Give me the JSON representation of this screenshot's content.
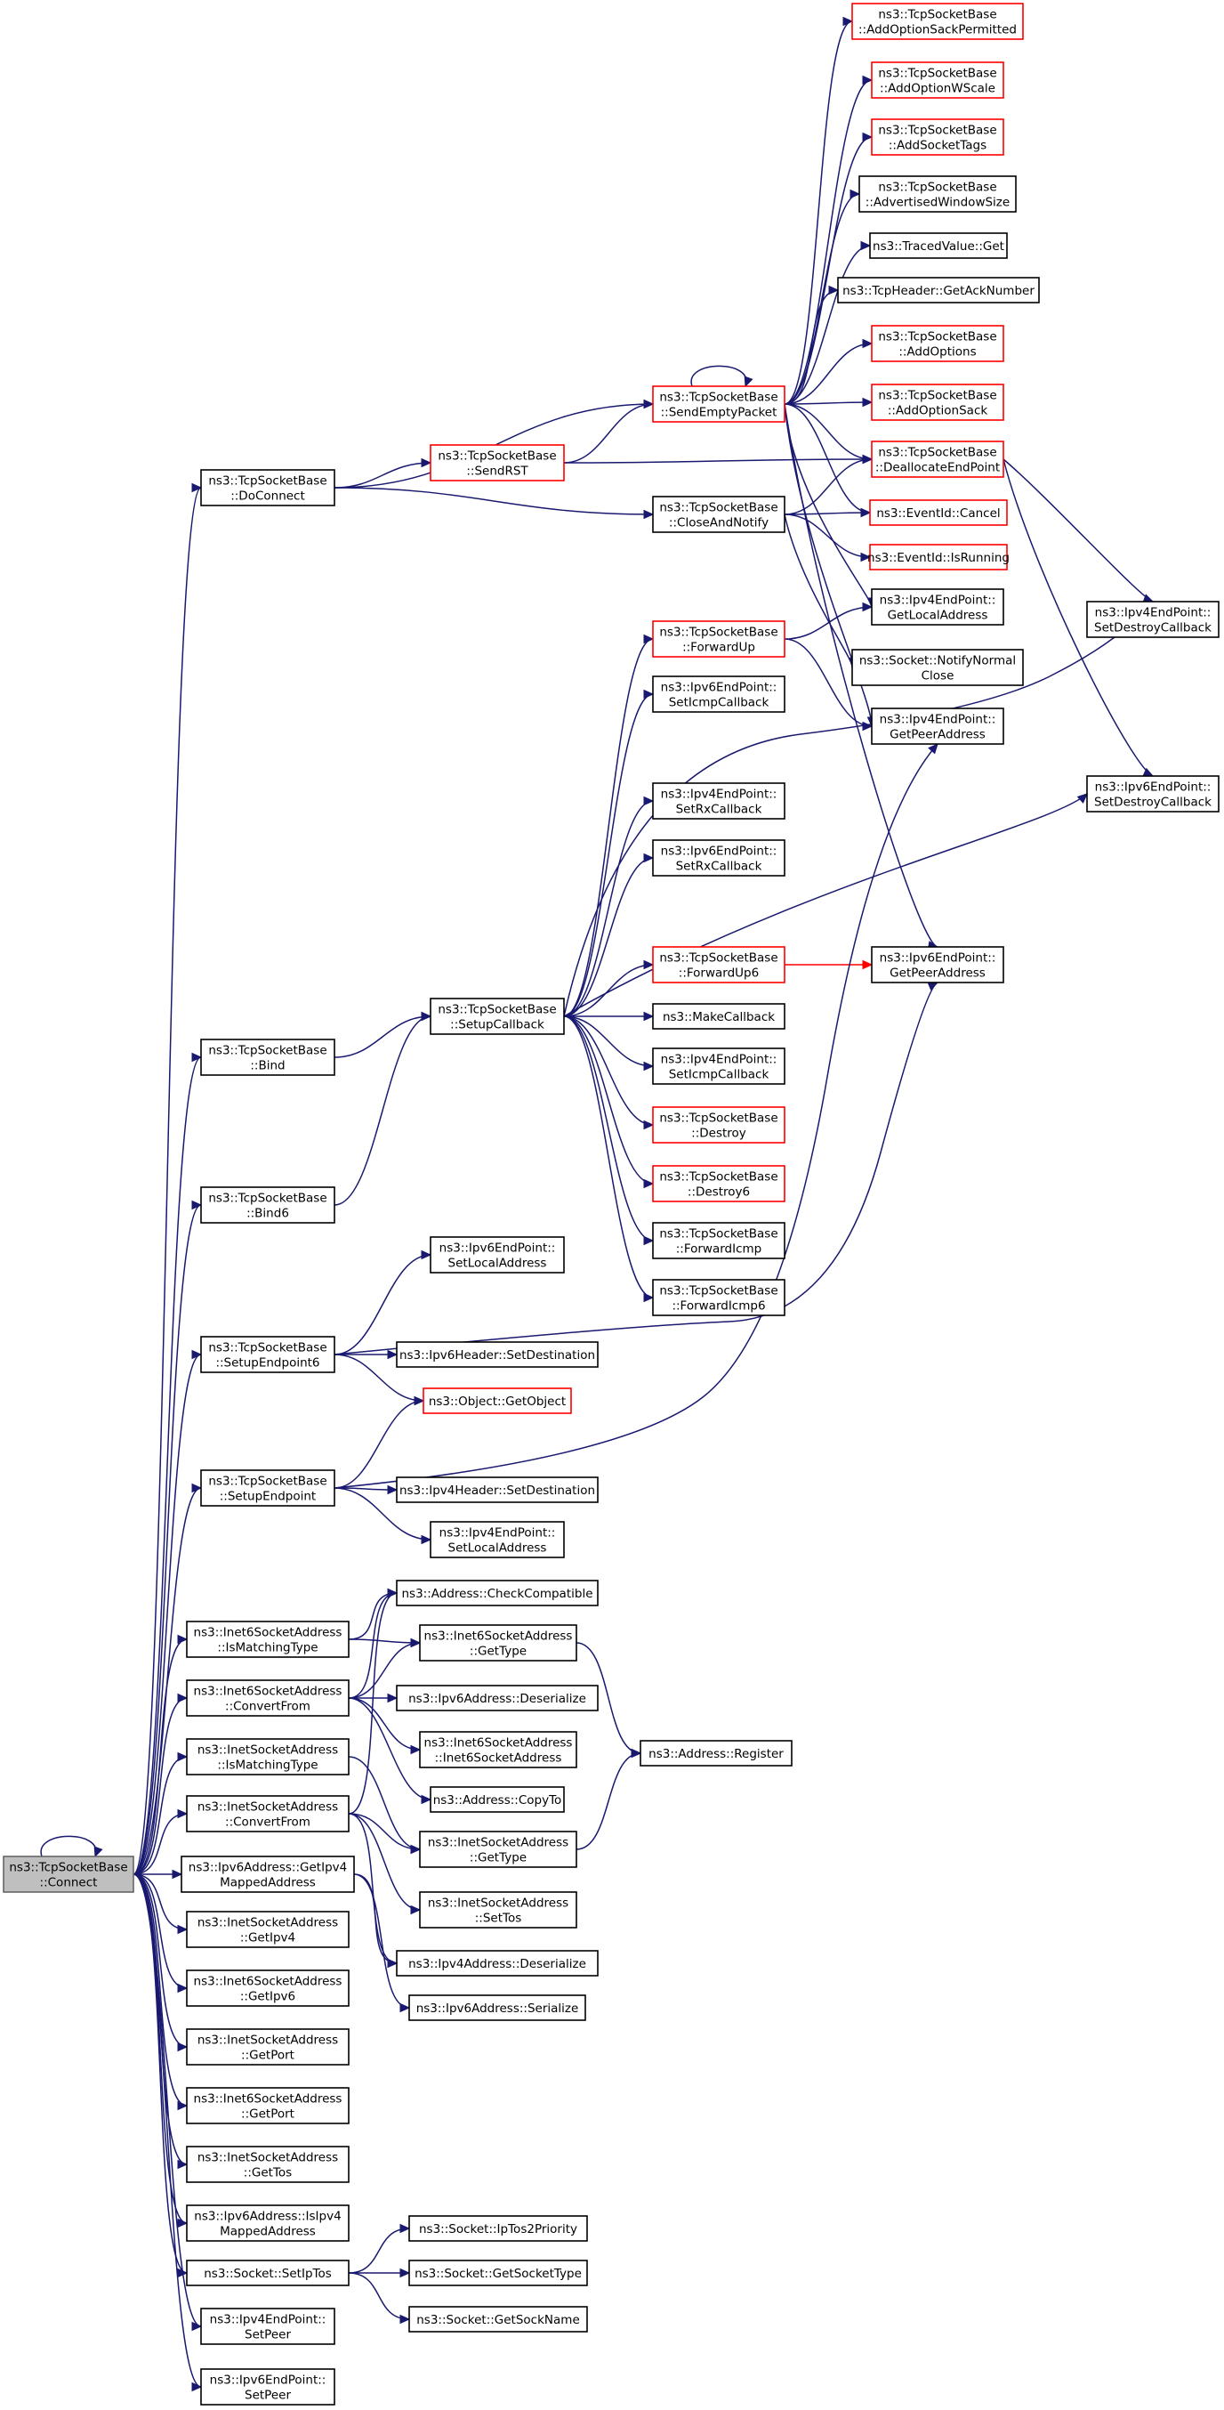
{
  "nodes": {
    "n0": {
      "lines": [
        "ns3::TcpSocketBase",
        "::Connect"
      ],
      "red": false,
      "root": true
    },
    "n1": {
      "lines": [
        "ns3::TcpSocketBase",
        "::DoConnect"
      ],
      "red": false
    },
    "n2": {
      "lines": [
        "ns3::TcpSocketBase",
        "::SendRST"
      ],
      "red": true
    },
    "n3": {
      "lines": [
        "ns3::TcpSocketBase",
        "::SendEmptyPacket"
      ],
      "red": true
    },
    "n4": {
      "lines": [
        "ns3::TcpSocketBase",
        "::CloseAndNotify"
      ],
      "red": false
    },
    "n5": {
      "lines": [
        "ns3::TcpSocketBase",
        "::AddOptionSackPermitted"
      ],
      "red": true
    },
    "n6": {
      "lines": [
        "ns3::TcpSocketBase",
        "::AddOptionWScale"
      ],
      "red": true
    },
    "n7": {
      "lines": [
        "ns3::TcpSocketBase",
        "::AddSocketTags"
      ],
      "red": true
    },
    "n8": {
      "lines": [
        "ns3::TcpSocketBase",
        "::AdvertisedWindowSize"
      ],
      "red": false
    },
    "n9": {
      "lines": [
        "ns3::TracedValue::Get"
      ],
      "red": false
    },
    "n10": {
      "lines": [
        "ns3::TcpHeader::GetAckNumber"
      ],
      "red": false
    },
    "n11": {
      "lines": [
        "ns3::TcpSocketBase",
        "::AddOptions"
      ],
      "red": true
    },
    "n12": {
      "lines": [
        "ns3::TcpSocketBase",
        "::AddOptionSack"
      ],
      "red": true
    },
    "n13": {
      "lines": [
        "ns3::TcpSocketBase",
        "::DeallocateEndPoint"
      ],
      "red": true
    },
    "n14": {
      "lines": [
        "ns3::EventId::Cancel"
      ],
      "red": true
    },
    "n15": {
      "lines": [
        "ns3::EventId::IsRunning"
      ],
      "red": true
    },
    "n16": {
      "lines": [
        "ns3::Ipv4EndPoint::",
        "GetLocalAddress"
      ],
      "red": false
    },
    "n17": {
      "lines": [
        "ns3::Socket::NotifyNormal",
        "Close"
      ],
      "red": false
    },
    "n18": {
      "lines": [
        "ns3::Ipv4EndPoint::",
        "GetPeerAddress"
      ],
      "red": false
    },
    "n19": {
      "lines": [
        "ns3::Ipv4EndPoint::",
        "SetDestroyCallback"
      ],
      "red": false
    },
    "n20": {
      "lines": [
        "ns3::Ipv6EndPoint::",
        "SetDestroyCallback"
      ],
      "red": false
    },
    "n21": {
      "lines": [
        "ns3::Ipv6EndPoint::",
        "GetPeerAddress"
      ],
      "red": false
    },
    "n22": {
      "lines": [
        "ns3::TcpSocketBase",
        "::ForwardUp"
      ],
      "red": true
    },
    "n23": {
      "lines": [
        "ns3::Ipv6EndPoint::",
        "SetIcmpCallback"
      ],
      "red": false
    },
    "n24": {
      "lines": [
        "ns3::Ipv4EndPoint::",
        "SetRxCallback"
      ],
      "red": false
    },
    "n25": {
      "lines": [
        "ns3::Ipv6EndPoint::",
        "SetRxCallback"
      ],
      "red": false
    },
    "n26": {
      "lines": [
        "ns3::TcpSocketBase",
        "::SetupCallback"
      ],
      "red": false
    },
    "n27": {
      "lines": [
        "ns3::TcpSocketBase",
        "::ForwardUp6"
      ],
      "red": true
    },
    "n28": {
      "lines": [
        "ns3::MakeCallback"
      ],
      "red": false
    },
    "n29": {
      "lines": [
        "ns3::Ipv4EndPoint::",
        "SetIcmpCallback"
      ],
      "red": false
    },
    "n30": {
      "lines": [
        "ns3::TcpSocketBase",
        "::Destroy"
      ],
      "red": true
    },
    "n31": {
      "lines": [
        "ns3::TcpSocketBase",
        "::Destroy6"
      ],
      "red": true
    },
    "n32": {
      "lines": [
        "ns3::TcpSocketBase",
        "::ForwardIcmp"
      ],
      "red": false
    },
    "n33": {
      "lines": [
        "ns3::TcpSocketBase",
        "::ForwardIcmp6"
      ],
      "red": false
    },
    "n34": {
      "lines": [
        "ns3::TcpSocketBase",
        "::Bind"
      ],
      "red": false
    },
    "n35": {
      "lines": [
        "ns3::TcpSocketBase",
        "::Bind6"
      ],
      "red": false
    },
    "n36": {
      "lines": [
        "ns3::Ipv6EndPoint::",
        "SetLocalAddress"
      ],
      "red": false
    },
    "n37": {
      "lines": [
        "ns3::TcpSocketBase",
        "::SetupEndpoint6"
      ],
      "red": false
    },
    "n38": {
      "lines": [
        "ns3::Ipv6Header::SetDestination"
      ],
      "red": false
    },
    "n39": {
      "lines": [
        "ns3::Object::GetObject"
      ],
      "red": true
    },
    "n40": {
      "lines": [
        "ns3::TcpSocketBase",
        "::SetupEndpoint"
      ],
      "red": false
    },
    "n41": {
      "lines": [
        "ns3::Ipv4Header::SetDestination"
      ],
      "red": false
    },
    "n42": {
      "lines": [
        "ns3::Ipv4EndPoint::",
        "SetLocalAddress"
      ],
      "red": false
    },
    "n43": {
      "lines": [
        "ns3::Address::CheckCompatible"
      ],
      "red": false
    },
    "n44": {
      "lines": [
        "ns3::Inet6SocketAddress",
        "::IsMatchingType"
      ],
      "red": false
    },
    "n45": {
      "lines": [
        "ns3::Inet6SocketAddress",
        "::GetType"
      ],
      "red": false
    },
    "n46": {
      "lines": [
        "ns3::Inet6SocketAddress",
        "::ConvertFrom"
      ],
      "red": false
    },
    "n47": {
      "lines": [
        "ns3::Ipv6Address::Deserialize"
      ],
      "red": false
    },
    "n48": {
      "lines": [
        "ns3::Inet6SocketAddress",
        "::Inet6SocketAddress"
      ],
      "red": false
    },
    "n49": {
      "lines": [
        "ns3::Address::Register"
      ],
      "red": false
    },
    "n50": {
      "lines": [
        "ns3::InetSocketAddress",
        "::IsMatchingType"
      ],
      "red": false
    },
    "n51": {
      "lines": [
        "ns3::Address::CopyTo"
      ],
      "red": false
    },
    "n52": {
      "lines": [
        "ns3::InetSocketAddress",
        "::ConvertFrom"
      ],
      "red": false
    },
    "n53": {
      "lines": [
        "ns3::InetSocketAddress",
        "::GetType"
      ],
      "red": false
    },
    "n54": {
      "lines": [
        "ns3::Ipv6Address::GetIpv4",
        "MappedAddress"
      ],
      "red": false
    },
    "n55": {
      "lines": [
        "ns3::InetSocketAddress",
        "::SetTos"
      ],
      "red": false
    },
    "n56": {
      "lines": [
        "ns3::Ipv4Address::Deserialize"
      ],
      "red": false
    },
    "n57": {
      "lines": [
        "ns3::InetSocketAddress",
        "::GetIpv4"
      ],
      "red": false
    },
    "n58": {
      "lines": [
        "ns3::Ipv6Address::Serialize"
      ],
      "red": false
    },
    "n59": {
      "lines": [
        "ns3::Inet6SocketAddress",
        "::GetIpv6"
      ],
      "red": false
    },
    "n60": {
      "lines": [
        "ns3::InetSocketAddress",
        "::GetPort"
      ],
      "red": false
    },
    "n61": {
      "lines": [
        "ns3::Inet6SocketAddress",
        "::GetPort"
      ],
      "red": false
    },
    "n62": {
      "lines": [
        "ns3::InetSocketAddress",
        "::GetTos"
      ],
      "red": false
    },
    "n63": {
      "lines": [
        "ns3::Ipv6Address::IsIpv4",
        "MappedAddress"
      ],
      "red": false
    },
    "n64": {
      "lines": [
        "ns3::Socket::IpTos2Priority"
      ],
      "red": false
    },
    "n65": {
      "lines": [
        "ns3::Socket::SetIpTos"
      ],
      "red": false
    },
    "n66": {
      "lines": [
        "ns3::Socket::GetSocketType"
      ],
      "red": false
    },
    "n67": {
      "lines": [
        "ns3::Socket::GetSockName"
      ],
      "red": false
    },
    "n68": {
      "lines": [
        "ns3::Ipv4EndPoint::",
        "SetPeer"
      ],
      "red": false
    },
    "n69": {
      "lines": [
        "ns3::Ipv6EndPoint::",
        "SetPeer"
      ],
      "red": false
    }
  },
  "edges": [
    [
      "n0",
      "n0",
      false
    ],
    [
      "n0",
      "n1",
      false
    ],
    [
      "n0",
      "n34",
      false
    ],
    [
      "n0",
      "n35",
      false
    ],
    [
      "n0",
      "n37",
      false
    ],
    [
      "n0",
      "n40",
      false
    ],
    [
      "n0",
      "n44",
      false
    ],
    [
      "n0",
      "n46",
      false
    ],
    [
      "n0",
      "n50",
      false
    ],
    [
      "n0",
      "n52",
      false
    ],
    [
      "n0",
      "n54",
      false
    ],
    [
      "n0",
      "n57",
      false
    ],
    [
      "n0",
      "n59",
      false
    ],
    [
      "n0",
      "n60",
      false
    ],
    [
      "n0",
      "n61",
      false
    ],
    [
      "n0",
      "n62",
      false
    ],
    [
      "n0",
      "n63",
      false
    ],
    [
      "n0",
      "n65",
      false
    ],
    [
      "n0",
      "n68",
      false
    ],
    [
      "n0",
      "n69",
      false
    ],
    [
      "n1",
      "n2",
      false
    ],
    [
      "n1",
      "n3",
      false
    ],
    [
      "n1",
      "n4",
      false
    ],
    [
      "n2",
      "n3",
      false
    ],
    [
      "n2",
      "n13",
      false
    ],
    [
      "n3",
      "n3",
      false
    ],
    [
      "n3",
      "n5",
      false
    ],
    [
      "n3",
      "n6",
      false
    ],
    [
      "n3",
      "n7",
      false
    ],
    [
      "n3",
      "n8",
      false
    ],
    [
      "n3",
      "n9",
      false
    ],
    [
      "n3",
      "n10",
      false
    ],
    [
      "n3",
      "n11",
      false
    ],
    [
      "n3",
      "n12",
      false
    ],
    [
      "n3",
      "n13",
      false
    ],
    [
      "n3",
      "n14",
      false
    ],
    [
      "n3",
      "n16",
      false
    ],
    [
      "n3",
      "n18",
      false
    ],
    [
      "n3",
      "n21",
      false
    ],
    [
      "n4",
      "n13",
      false
    ],
    [
      "n4",
      "n14",
      false
    ],
    [
      "n4",
      "n15",
      false
    ],
    [
      "n4",
      "n17",
      false
    ],
    [
      "n13",
      "n19",
      false
    ],
    [
      "n13",
      "n20",
      false
    ],
    [
      "n22",
      "n16",
      false
    ],
    [
      "n22",
      "n18",
      false
    ],
    [
      "n26",
      "n22",
      false
    ],
    [
      "n26",
      "n23",
      false
    ],
    [
      "n26",
      "n19",
      false
    ],
    [
      "n26",
      "n24",
      false
    ],
    [
      "n26",
      "n25",
      false
    ],
    [
      "n26",
      "n20",
      false
    ],
    [
      "n26",
      "n27",
      false
    ],
    [
      "n26",
      "n28",
      false
    ],
    [
      "n26",
      "n29",
      false
    ],
    [
      "n26",
      "n30",
      false
    ],
    [
      "n26",
      "n31",
      false
    ],
    [
      "n26",
      "n32",
      false
    ],
    [
      "n26",
      "n33",
      false
    ],
    [
      "n27",
      "n21",
      true
    ],
    [
      "n34",
      "n26",
      false
    ],
    [
      "n35",
      "n26",
      false
    ],
    [
      "n37",
      "n36",
      false
    ],
    [
      "n37",
      "n21",
      false
    ],
    [
      "n37",
      "n38",
      false
    ],
    [
      "n37",
      "n39",
      false
    ],
    [
      "n40",
      "n39",
      false
    ],
    [
      "n40",
      "n18",
      false
    ],
    [
      "n40",
      "n41",
      false
    ],
    [
      "n40",
      "n42",
      false
    ],
    [
      "n44",
      "n43",
      false
    ],
    [
      "n44",
      "n45",
      false
    ],
    [
      "n46",
      "n43",
      false
    ],
    [
      "n46",
      "n45",
      false
    ],
    [
      "n46",
      "n47",
      false
    ],
    [
      "n46",
      "n48",
      false
    ],
    [
      "n46",
      "n51",
      false
    ],
    [
      "n45",
      "n49",
      false
    ],
    [
      "n53",
      "n49",
      false
    ],
    [
      "n50",
      "n53",
      false
    ],
    [
      "n52",
      "n43",
      false
    ],
    [
      "n52",
      "n53",
      false
    ],
    [
      "n52",
      "n55",
      false
    ],
    [
      "n52",
      "n56",
      false
    ],
    [
      "n54",
      "n56",
      false
    ],
    [
      "n54",
      "n58",
      false
    ],
    [
      "n65",
      "n64",
      false
    ],
    [
      "n65",
      "n66",
      false
    ],
    [
      "n65",
      "n67",
      false
    ]
  ]
}
